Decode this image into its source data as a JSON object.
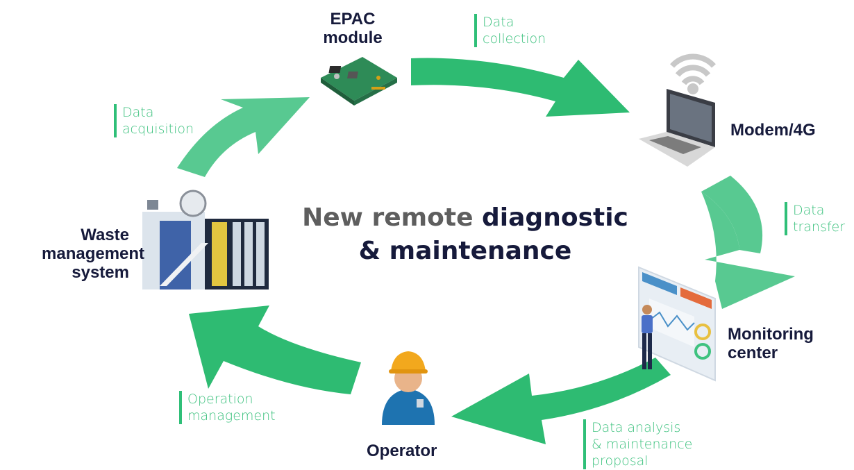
{
  "center_title": {
    "line1_gray": "New remote ",
    "line1_dark": "diagnostic",
    "line2": "& maintenance"
  },
  "nodes": {
    "epac": {
      "line1": "EPAC",
      "line2": "module"
    },
    "modem": {
      "label": "Modem/4G"
    },
    "monitoring": {
      "line1": "Monitoring",
      "line2": "center"
    },
    "operator": {
      "label": "Operator"
    },
    "waste": {
      "line1": "Waste",
      "line2": "management",
      "line3": "system"
    }
  },
  "steps": {
    "data_collection": [
      "Data",
      "collection"
    ],
    "data_transfer": [
      "Data",
      "transfer"
    ],
    "data_analysis": [
      "Data analysis",
      "& maintenance",
      "proposal"
    ],
    "operation_management": [
      "Operation",
      "management"
    ],
    "data_acquisition": [
      "Data",
      "acquisition"
    ]
  },
  "colors": {
    "arrow_green": "#2ebb72",
    "arrow_light_green": "#58c991",
    "label_dark": "#161a3b",
    "accent_text": "#3ec27f",
    "title_gray": "#5e5e5e"
  },
  "icons": [
    "circuit-board-icon",
    "laptop-wifi-icon",
    "dashboard-person-icon",
    "operator-hardhat-icon",
    "waste-system-machine-icon"
  ]
}
